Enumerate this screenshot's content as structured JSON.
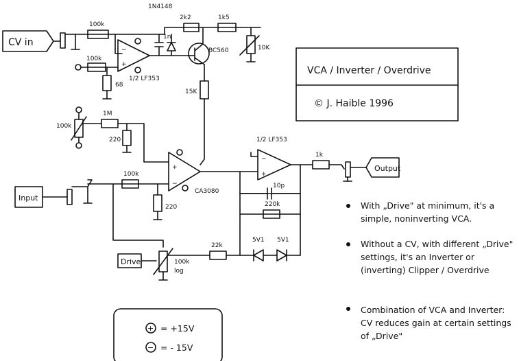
{
  "title_block": {
    "title": "VCA / Inverter / Overdrive",
    "copyright": "© J. Haible 1996"
  },
  "terminals": {
    "cv_in": "CV in",
    "input": "Input",
    "output": "Output",
    "drive": "Drive"
  },
  "components": {
    "r_100k_cv": "100k",
    "r_100k_bias": "100k",
    "r_68": "68",
    "c_1n": "1n",
    "d_1n4148": "1N4148",
    "r_2k2": "2k2",
    "r_1k5": "1k5",
    "pot_10k": "10K",
    "q_bc560": "BC560",
    "u_lf353_a": "1/2 LF353",
    "r_15k": "15K",
    "pot_100k_trim": "100k",
    "r_1m": "1M",
    "r_220": "220",
    "r_100k_in": "100k",
    "r_220_b": "220",
    "u_ca3080": "CA3080",
    "u_lf353_b": "1/2 LF353",
    "c_10p": "10p",
    "r_220k": "220k",
    "r_1k_out": "1k",
    "r_22k": "22k",
    "z_5v1_a": "5V1",
    "z_5v1_b": "5V1",
    "pot_drive_val": "100k",
    "pot_drive_taper": "log"
  },
  "notes": [
    "With „Drive\" at minimum, it's a simple, noninverting VCA.",
    "Without a CV, with different „Drive\" settings, it's an Inverter or (inverting) Clipper / Overdrive",
    "Combination of VCA and Inverter: CV reduces gain at certain settings of „Drive\""
  ],
  "supply_legend": {
    "plus_sym": "+",
    "plus_text": "= +15V",
    "minus_sym": "−",
    "minus_text": "= - 15V"
  }
}
